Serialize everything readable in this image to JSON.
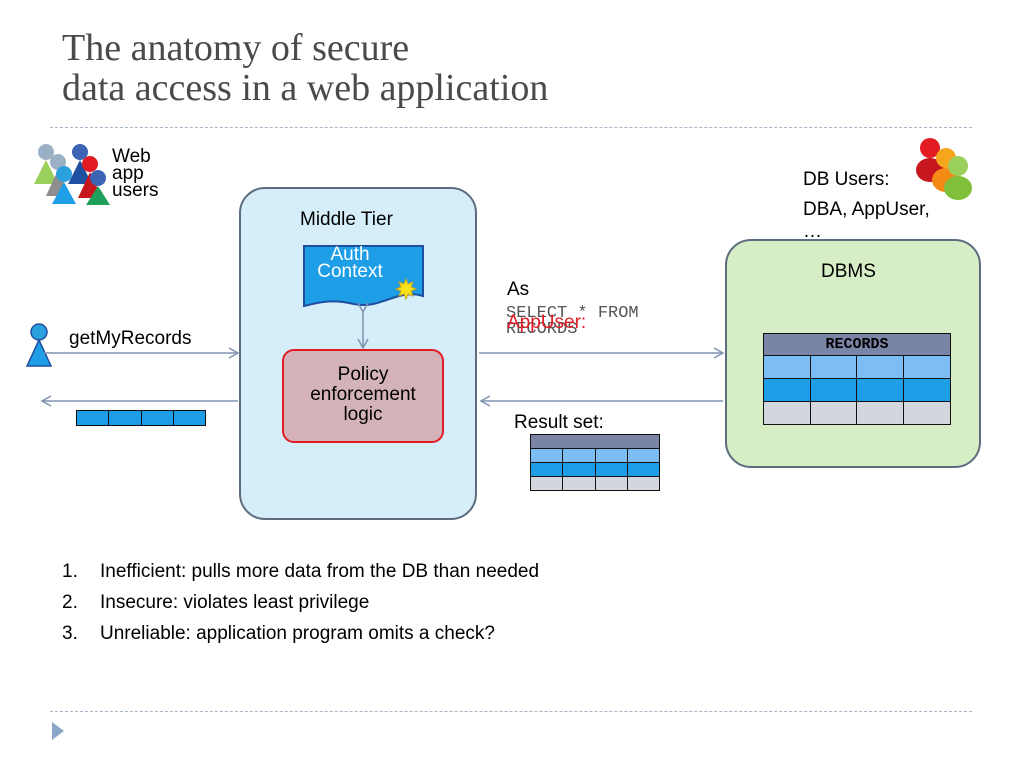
{
  "slide": {
    "title_line1": "The anatomy of secure",
    "title_line2": "data access in a web application"
  },
  "web_users": {
    "label_line1": "Web",
    "label_line2": "app",
    "label_line3": "users",
    "icon": "user-group-icon"
  },
  "client": {
    "icon": "user-icon",
    "request_label": "getMyRecords"
  },
  "middle_tier": {
    "label": "Middle Tier",
    "auth_context_line1": "Auth",
    "auth_context_line2": "Context",
    "policy_line1": "Policy",
    "policy_line2": "enforcement",
    "policy_line3": "logic"
  },
  "query": {
    "as_label": "As",
    "appuser_label": "AppUser:",
    "sql_line1": "SELECT * FROM",
    "sql_line2": "RECORDS",
    "result_label": "Result set:"
  },
  "db_users": {
    "line1": "DB Users:",
    "line2": "DBA, AppUser,",
    "line3": "…",
    "icon": "db-user-group-icon"
  },
  "dbms": {
    "label": "DBMS",
    "table_header": "RECORDS"
  },
  "points": [
    {
      "num": "1.",
      "text": "Inefficient: pulls more data from the DB than needed"
    },
    {
      "num": "2.",
      "text": "Insecure: violates least privilege"
    },
    {
      "num": "3.",
      "text": "Unreliable: application program omits a check?"
    }
  ],
  "colors": {
    "title": "#4a4a4a",
    "tier_fill": "#d5eef9",
    "dbms_fill": "#d6edc5",
    "policy_fill": "#d3b3b9",
    "policy_border": "#e31b23",
    "appuser": "#e31b23",
    "table_header": "#7a84a6",
    "row_light_blue": "#7cbdf5",
    "row_blue": "#1e9ee6",
    "row_gray": "#d4d6de",
    "arrow": "#7f93b1"
  }
}
